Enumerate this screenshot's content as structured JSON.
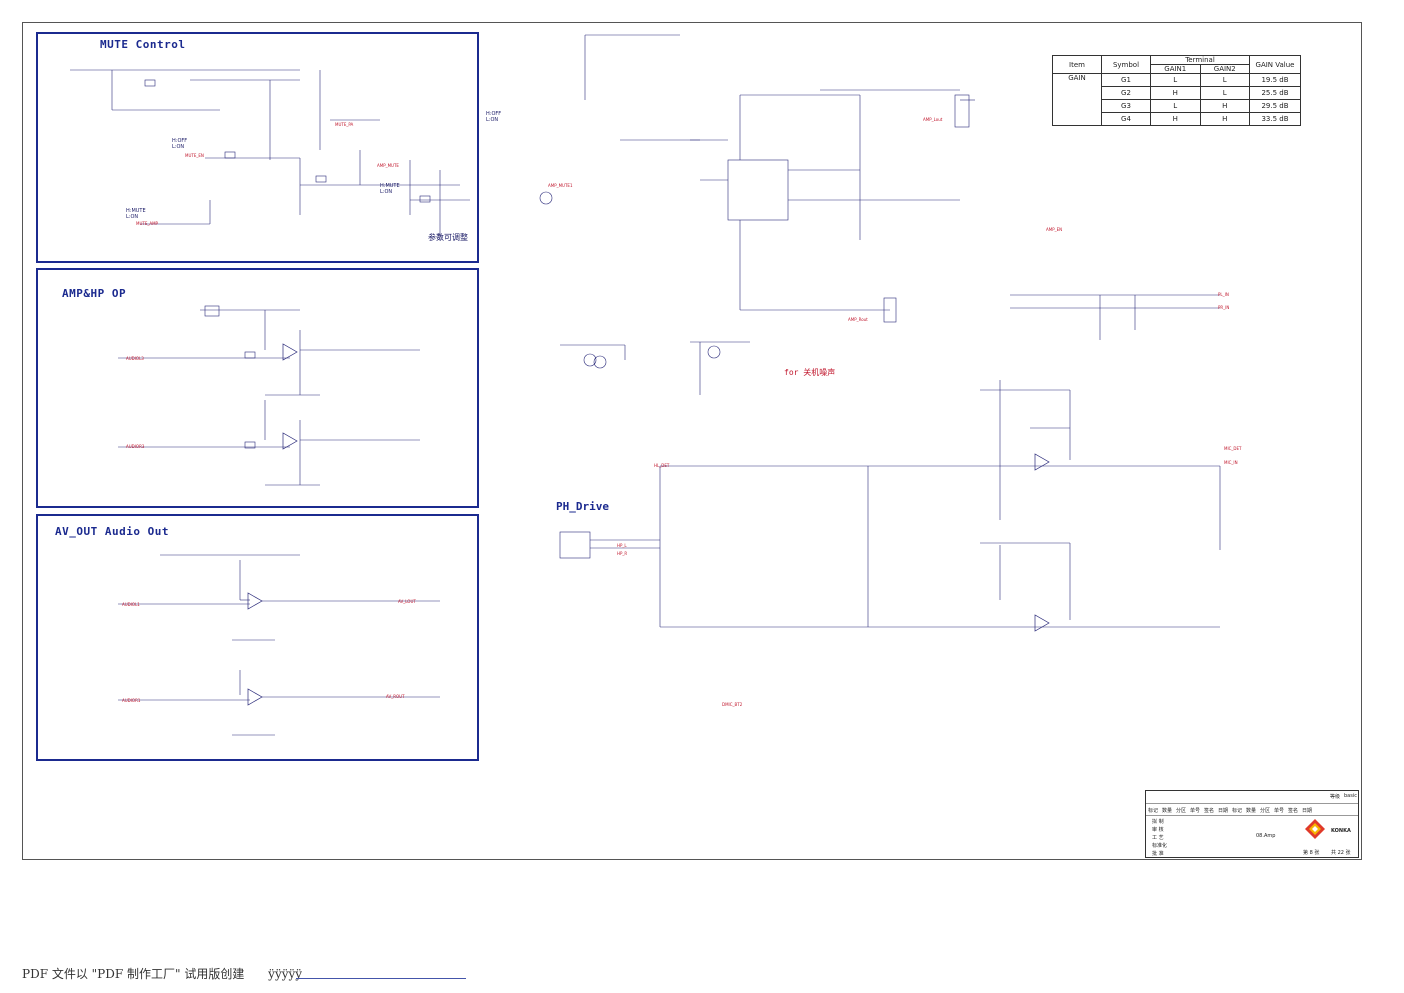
{
  "sections": {
    "mute": "MUTE Control",
    "amp": "AMP&HP OP",
    "av": "AV_OUT Audio Out",
    "ph": "PH_Drive"
  },
  "notes": {
    "adjustable": "参数可调整",
    "boot_noise": "for 关机噪声"
  },
  "gain_table": {
    "header_item": "Item",
    "header_symbol": "Symbol",
    "header_terminal": "Terminal",
    "header_gain1": "GAIN1",
    "header_gain2": "GAIN2",
    "header_value": "GAIN Value",
    "item": "GAIN",
    "rows": [
      {
        "symbol": "G1",
        "g1": "L",
        "g2": "L",
        "value": "19.5 dB"
      },
      {
        "symbol": "G2",
        "g1": "H",
        "g2": "L",
        "value": "25.5 dB"
      },
      {
        "symbol": "G3",
        "g1": "L",
        "g2": "H",
        "value": "29.5 dB"
      },
      {
        "symbol": "G4",
        "g1": "H",
        "g2": "H",
        "value": "33.5 dB"
      }
    ]
  },
  "nets": {
    "mute_en": "MUTE_EN",
    "mute_amp": "MUTE_AMP",
    "mute_pa": "MUTE_PA",
    "amp_mute": "AMP_MUTE",
    "amp_mute1": "AMP_MUTE1",
    "amp_en": "AMP_EN",
    "audio_l": "AUDIOL3",
    "audio_r": "AUDIOR3",
    "audio_l1": "AUDIOL1",
    "audio_r1": "AUDIOR1",
    "amp_lout": "AMP_Lout",
    "amp_rout": "AMP_Rout",
    "av_lout": "AV_LOUT",
    "av_rout": "AV_ROUT",
    "pl_in": "PL_IN",
    "pr_in": "PR_IN",
    "mic_det": "MIC_DET",
    "mic_in": "MIC_IN",
    "hp_l": "HP_L",
    "hp_r": "HP_R",
    "hl_det": "HL_DET",
    "dmic_bias": "DMIC_BT2"
  },
  "labels": {
    "hoff_lon": "H:OFF\nL:ON",
    "hmute_lon": "H:MUTE\nL:ON",
    "hmute_lon2": "H:MUTE\nL:ON",
    "hoff_lon2": "H:OFF\nL:ON"
  },
  "title_block": {
    "headers": [
      "标记",
      "数量",
      "分区",
      "单号",
      "签名",
      "日期",
      "标记",
      "数量",
      "分区",
      "单号",
      "签名",
      "日期"
    ],
    "roles": [
      "拟 制",
      "审 核",
      "工 艺",
      "标准化",
      "批 准"
    ],
    "designation": "08.Amp",
    "company": "KONKA",
    "sheet_no": "第 8 张",
    "sheet_total": "共 22 张",
    "level": "等级",
    "level_value": "basic"
  },
  "footer": {
    "text": "PDF 文件以 \"PDF 制作工厂\" 试用版创建",
    "link": "ÿÿÿÿÿ"
  },
  "colors": {
    "box": "#1b2a8f",
    "wire": "#2a2a7a",
    "net": "#c0152b"
  }
}
